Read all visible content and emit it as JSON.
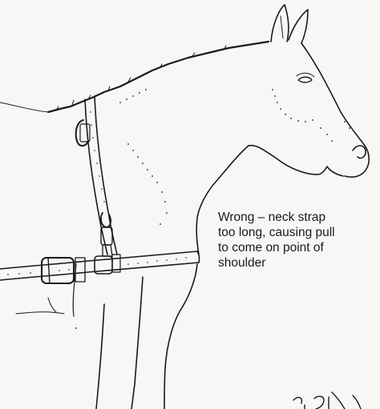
{
  "caption": {
    "lines": [
      "Wrong – neck strap",
      "too long, causing pull",
      "to come on point of",
      "shoulder"
    ]
  },
  "colors": {
    "background": "#f7f7f5",
    "ink": "#1a1a1a"
  }
}
